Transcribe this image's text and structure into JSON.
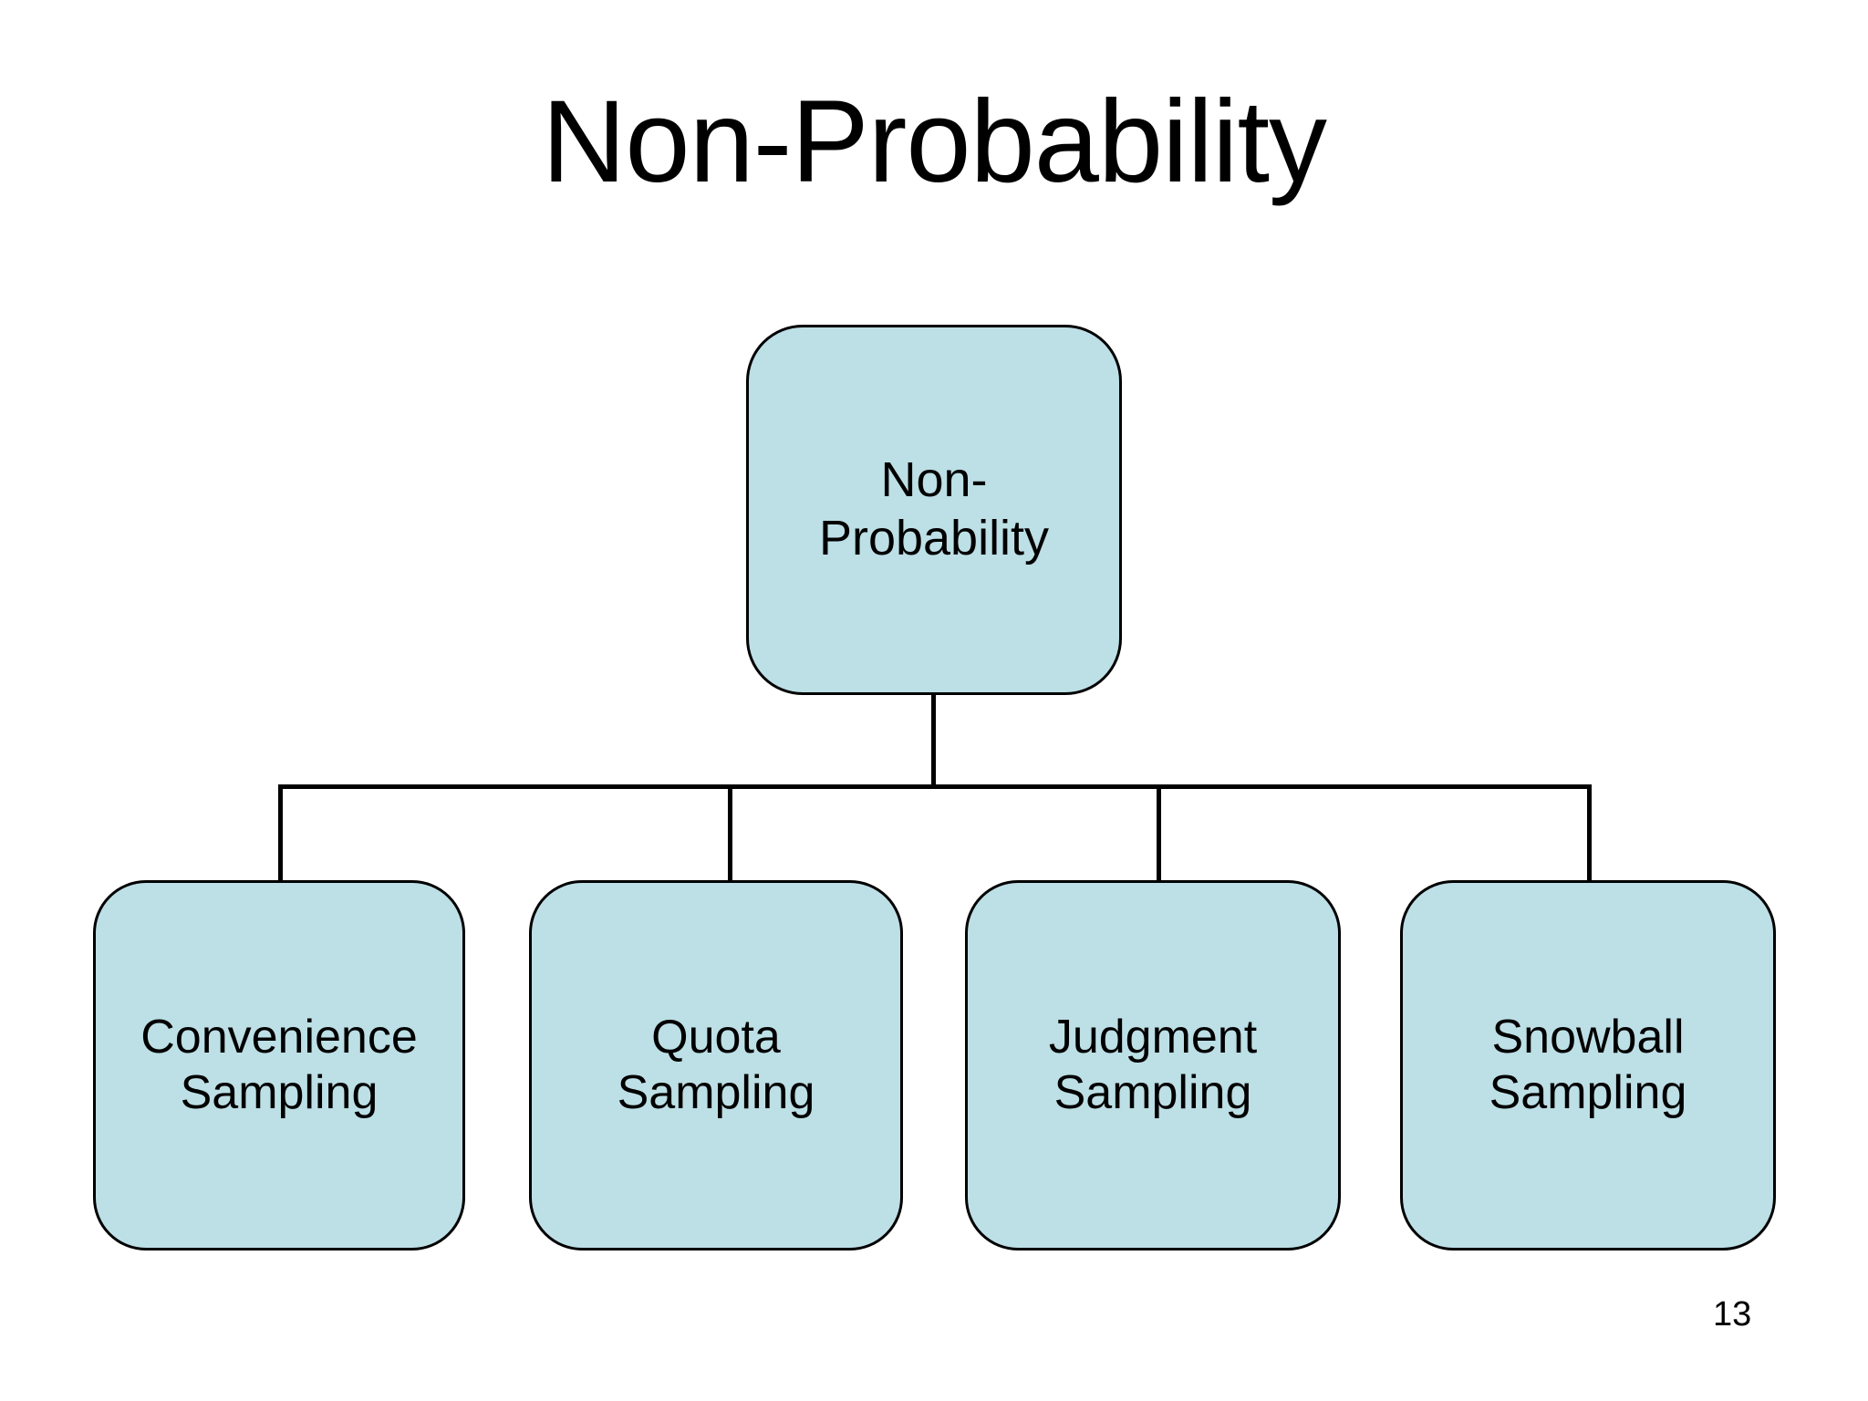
{
  "slide": {
    "title": "Non-Probability",
    "page_number": "13",
    "background_color": "#ffffff"
  },
  "diagram": {
    "type": "hierarchy-tree",
    "node_fill_color": "#bddfe6",
    "node_border_color": "#000000",
    "connector_color": "#000000",
    "root": {
      "id": "non-probability",
      "label": "Non-\nProbability"
    },
    "children": [
      {
        "id": "convenience-sampling",
        "label": "Convenience\nSampling"
      },
      {
        "id": "quota-sampling",
        "label": "Quota\nSampling"
      },
      {
        "id": "judgment-sampling",
        "label": "Judgment\nSampling"
      },
      {
        "id": "snowball-sampling",
        "label": "Snowball\nSampling"
      }
    ]
  }
}
